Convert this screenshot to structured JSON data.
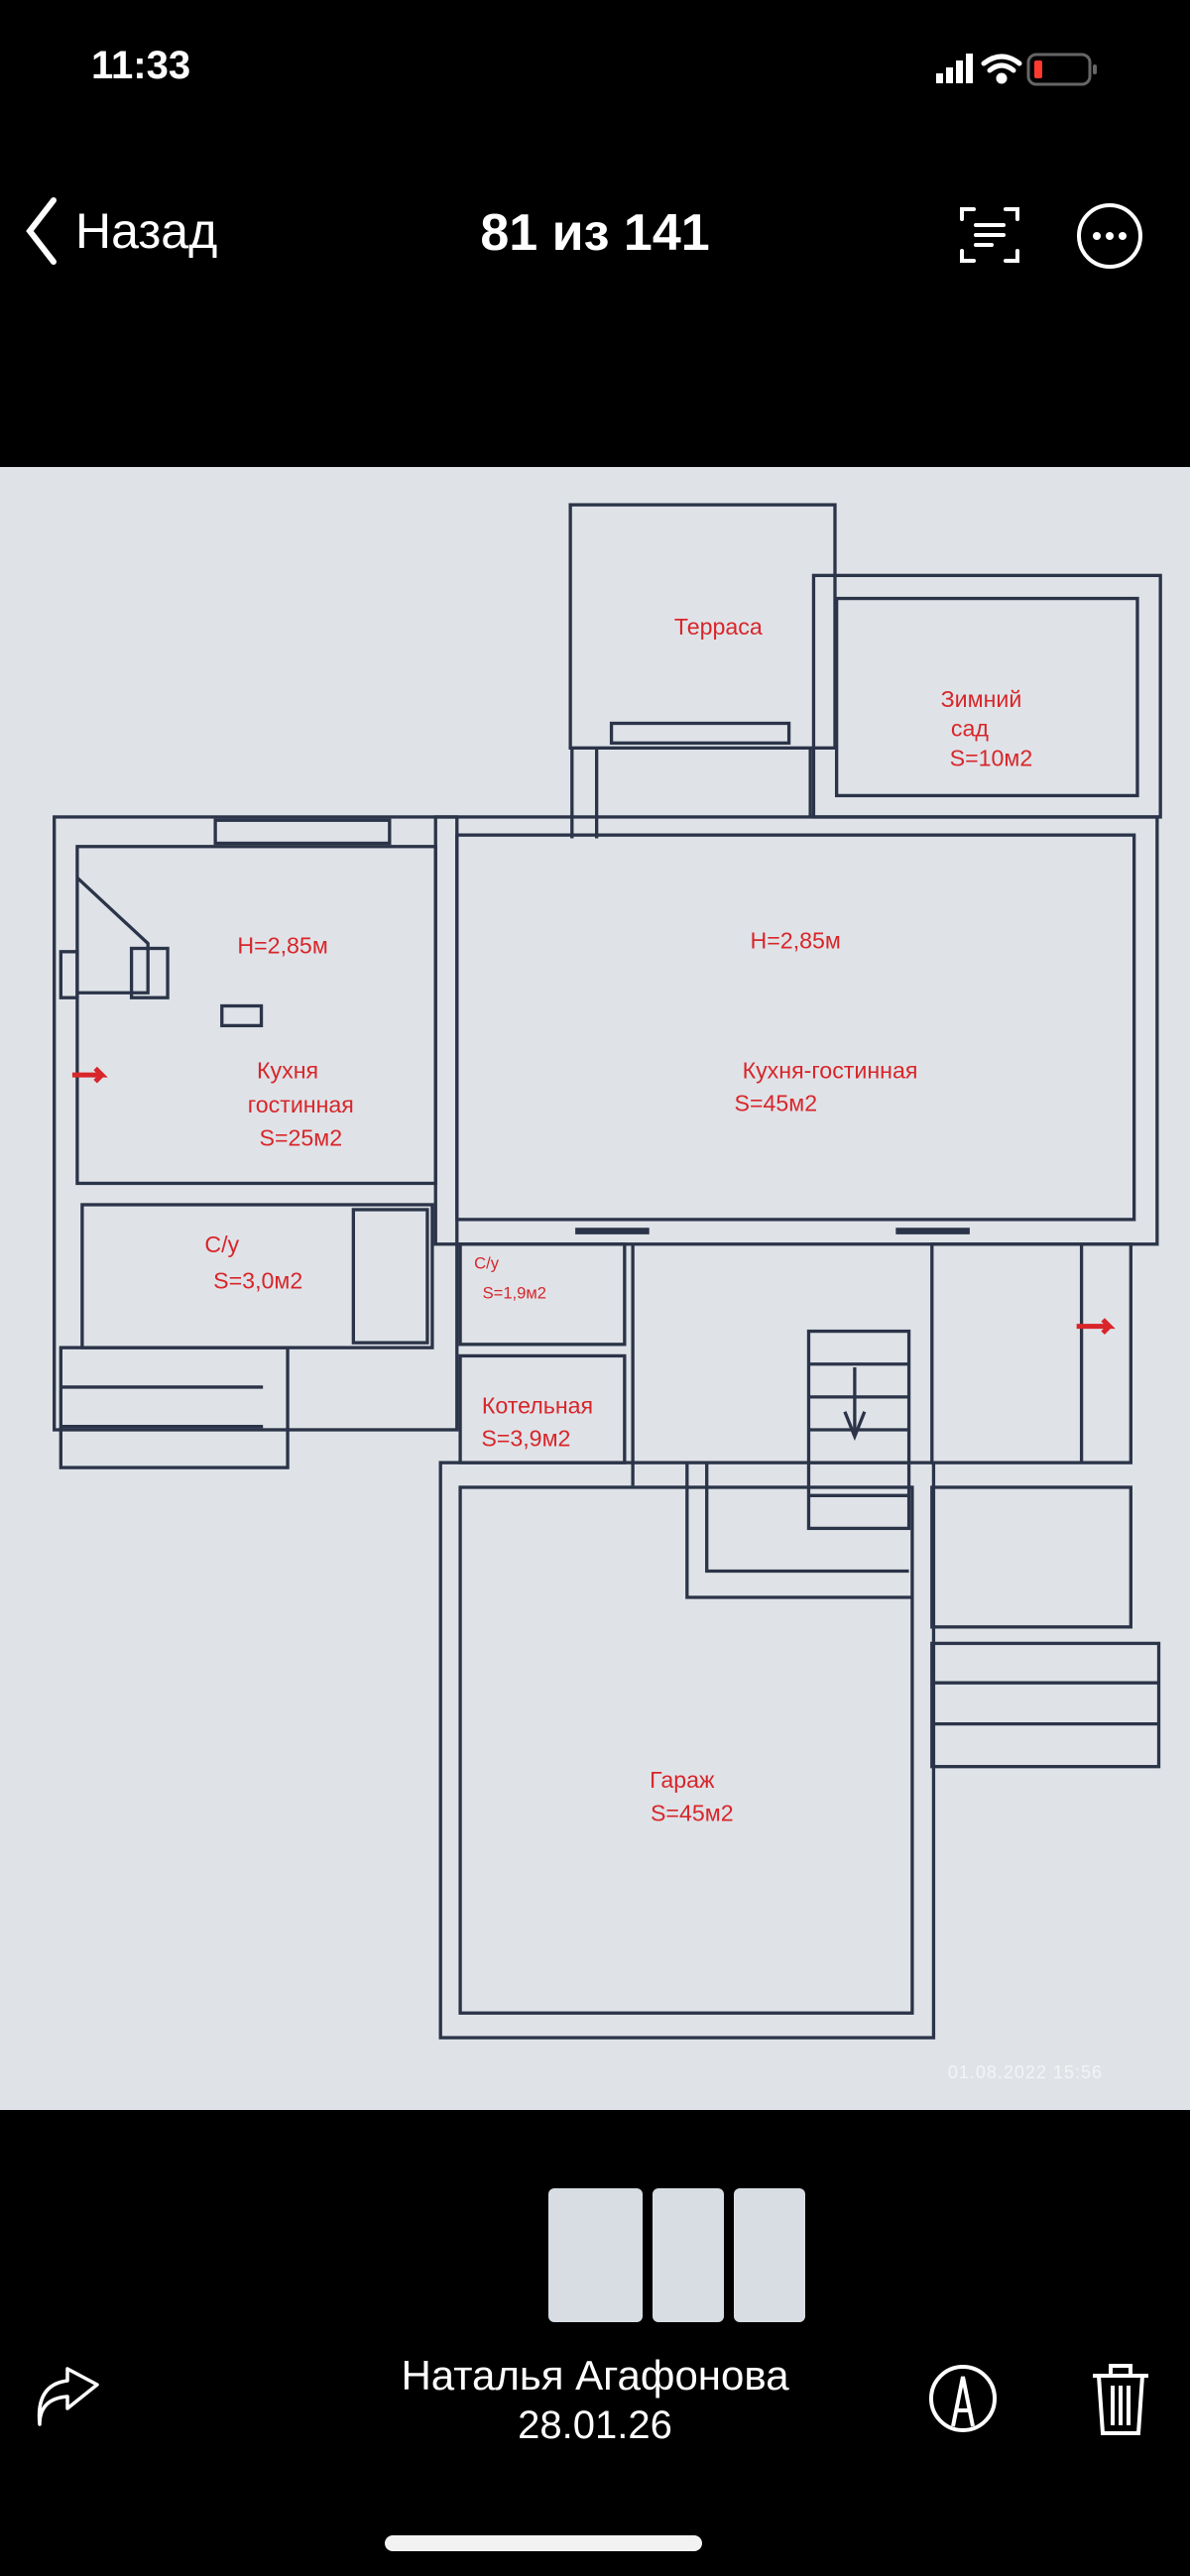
{
  "status_bar": {
    "time": "11:33",
    "battery_color": "#ff3b30"
  },
  "nav": {
    "back_label": "Назад",
    "title": "81 из 141"
  },
  "photo": {
    "timestamp": "01.08.2022 15:56",
    "labels": {
      "terrace": "Терраса",
      "winter_garden_name": "Зимний",
      "winter_garden_name2": "сад",
      "winter_garden_area": "S=10м2",
      "left_height": "H=2,85м",
      "left_room_1": "Кухня",
      "left_room_2": "гостинная",
      "left_room_area": "S=25м2",
      "main_height": "H=2,85м",
      "main_room": "Кухня-гостинная",
      "main_room_area": "S=45м2",
      "bath_left": "С/у",
      "bath_left_area": "S=3,0м2",
      "bath_small": "С/у",
      "bath_small_area": "S=1,9м2",
      "boiler": "Котельная",
      "boiler_area": "S=3,9м2",
      "garage": "Гараж",
      "garage_area": "S=45м2"
    },
    "label_color": "#d8262a"
  },
  "footer": {
    "owner": "Наталья Агафонова",
    "date": "28.01.26"
  }
}
